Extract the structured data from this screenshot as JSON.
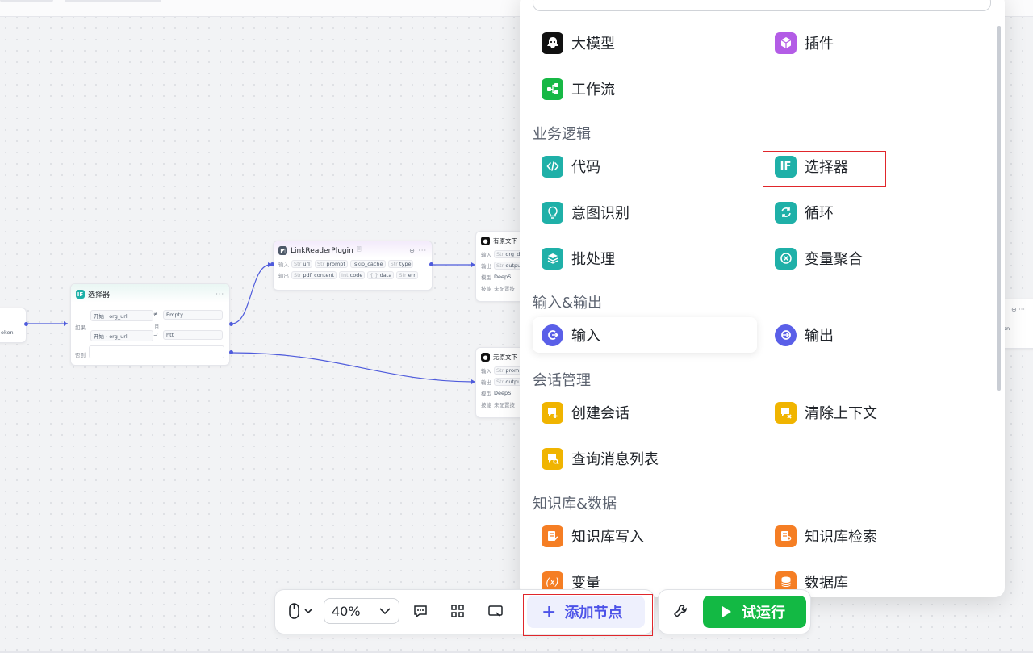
{
  "canvas": {
    "selector_node": {
      "title": "选择器",
      "if_label": "如果",
      "else_label": "否则",
      "and_label": "且",
      "cond1": {
        "source": "开始",
        "var": "org_url",
        "op": "≠",
        "value": "Empty"
      },
      "cond2": {
        "source": "开始",
        "var": "org_url",
        "op": "⊃",
        "value": "htt"
      }
    },
    "plugin_node": {
      "title": "LinkReaderPlugin",
      "input_label": "输入",
      "output_label": "输出",
      "inputs": [
        {
          "type": "Str",
          "name": "url"
        },
        {
          "type": "Str",
          "name": "prompt"
        },
        {
          "type": "",
          "name": "skip_cache"
        },
        {
          "type": "Str",
          "name": "type"
        }
      ],
      "outputs": [
        {
          "type": "Str",
          "name": "pdf_content"
        },
        {
          "type": "Int",
          "name": "code"
        },
        {
          "type": "{ }",
          "name": "data"
        },
        {
          "type": "Str",
          "name": "err"
        }
      ]
    },
    "llm_node_1": {
      "title": "有原文下",
      "in": "输入",
      "out": "输出",
      "model": "模型",
      "skill": "技能",
      "in_val": "org_d",
      "out_val": "outpu",
      "model_val": "DeepS",
      "skill_val": "未配置技"
    },
    "llm_node_2": {
      "title": "无原文下",
      "in": "输入",
      "out": "输出",
      "model": "模型",
      "skill": "技能",
      "in_val": "promp",
      "out_val": "outpu",
      "model_val": "DeepS",
      "skill_val": "未配置技"
    },
    "left_node_text": "oken",
    "right_node_text": "on"
  },
  "panel": {
    "top_items": [
      {
        "label": "大模型",
        "icon": "llm-icon",
        "color": "#111111"
      },
      {
        "label": "插件",
        "icon": "plugin-cube-icon",
        "color": "#b35ce6"
      },
      {
        "label": "工作流",
        "icon": "workflow-icon",
        "color": "#17b845"
      }
    ],
    "sections": {
      "logic": "业务逻辑",
      "io": "输入&输出",
      "conversation": "会话管理",
      "knowledge": "知识库&数据"
    },
    "logic_items": [
      {
        "label": "代码",
        "icon": "code-icon",
        "color": "#1fb0a8"
      },
      {
        "label": "选择器",
        "icon": "if-icon",
        "color": "#1fb0a8"
      },
      {
        "label": "意图识别",
        "icon": "intent-bulb-icon",
        "color": "#1fb0a8"
      },
      {
        "label": "循环",
        "icon": "loop-icon",
        "color": "#1fb0a8"
      },
      {
        "label": "批处理",
        "icon": "batch-layers-icon",
        "color": "#1fb0a8"
      },
      {
        "label": "变量聚合",
        "icon": "variable-merge-icon",
        "color": "#1fb0a8"
      }
    ],
    "io_items": [
      {
        "label": "输入",
        "icon": "input-icon",
        "color": "#5a5fe8"
      },
      {
        "label": "输出",
        "icon": "output-icon",
        "color": "#5a5fe8"
      }
    ],
    "conv_items": [
      {
        "label": "创建会话",
        "icon": "create-conversation-icon",
        "color": "#f0b400"
      },
      {
        "label": "清除上下文",
        "icon": "clear-context-icon",
        "color": "#f0b400"
      },
      {
        "label": "查询消息列表",
        "icon": "query-messages-icon",
        "color": "#f0b400"
      }
    ],
    "kb_items": [
      {
        "label": "知识库写入",
        "icon": "kb-write-icon",
        "color": "#f57e24"
      },
      {
        "label": "知识库检索",
        "icon": "kb-search-icon",
        "color": "#f57e24"
      },
      {
        "label": "变量",
        "icon": "variable-icon",
        "color": "#f57e24"
      },
      {
        "label": "数据库",
        "icon": "database-icon",
        "color": "#f57e24"
      }
    ]
  },
  "toolbar": {
    "zoom": "40%",
    "add_node": "添加节点",
    "run": "试运行"
  }
}
